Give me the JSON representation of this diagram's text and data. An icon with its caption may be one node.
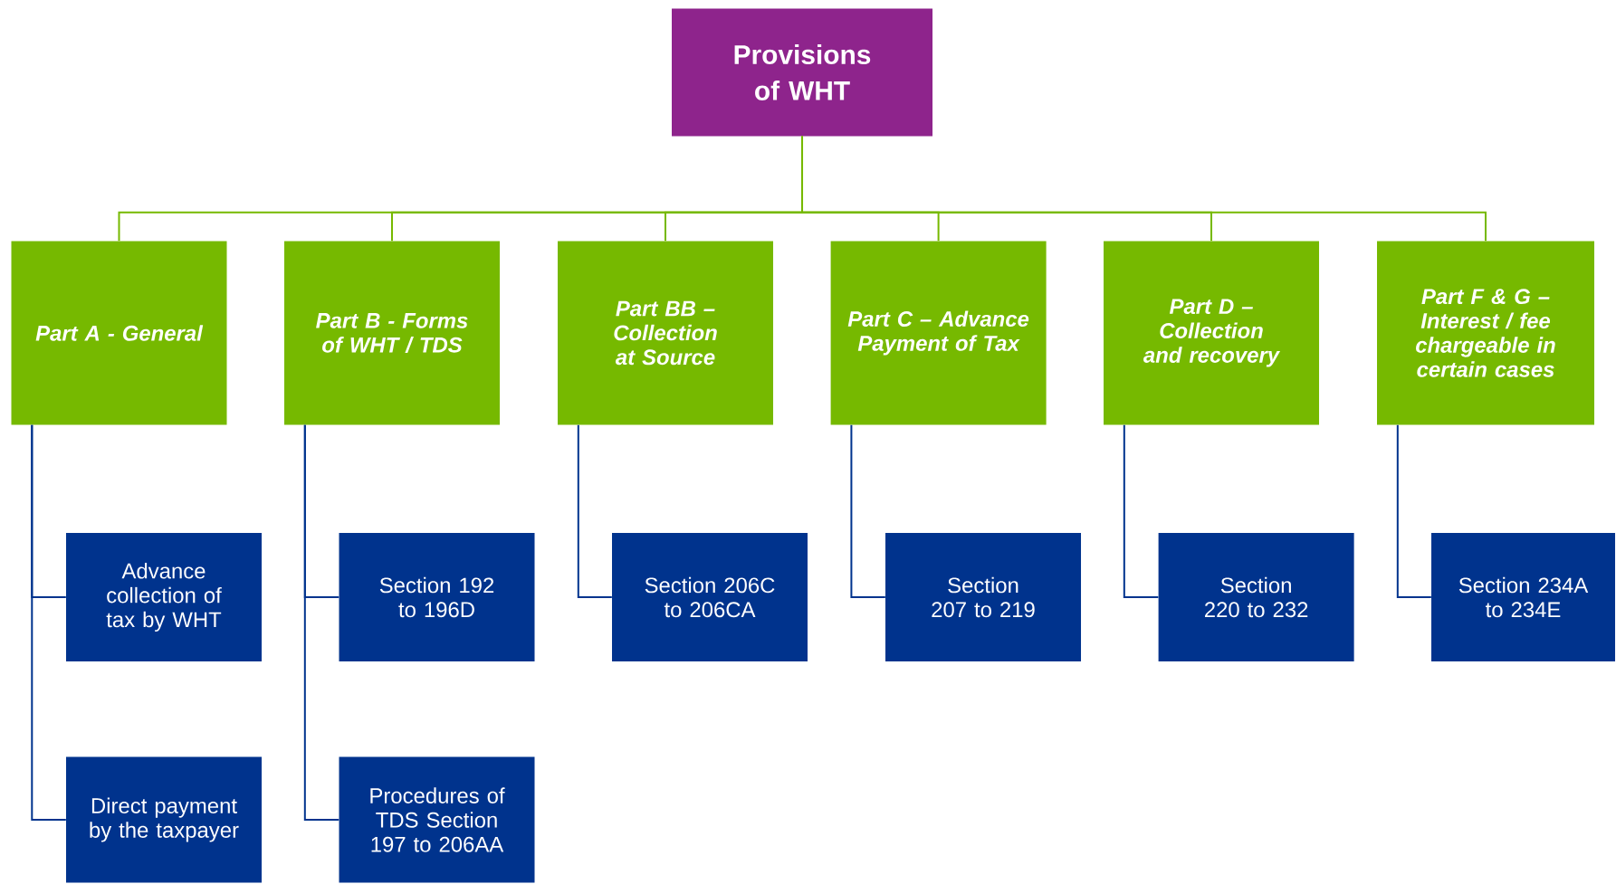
{
  "diagram": {
    "nodes": [
      {
        "text": [
          "Provisions of WHT"
        ]
      },
      {
        "text": [
          "Part A - General"
        ]
      },
      {
        "text": [
          "Part B - Forms of WHT / TDS"
        ]
      },
      {
        "text": [
          "Part BB – Collection at Source"
        ]
      },
      {
        "text": [
          "Part C – Advance Payment of Tax"
        ]
      },
      {
        "text": [
          "Part D – Collection and recovery"
        ]
      },
      {
        "text": [
          "Part F & G – Interest / fee chargeable in certain cases"
        ]
      },
      {
        "text": [
          "Advance collection of tax by WHT"
        ]
      },
      {
        "text": [
          "Section 192 to 196D"
        ]
      },
      {
        "text": [
          "Section 206C to 206CA"
        ]
      },
      {
        "text": [
          "Section 207 to 219"
        ]
      },
      {
        "text": [
          "Section 220 to 232"
        ]
      },
      {
        "text": [
          "Section 234A to 234E"
        ]
      },
      {
        "text": [
          "Direct payment by the taxpayer"
        ]
      },
      {
        "text": [
          "Procedures of TDS Section 197 to 206AA"
        ]
      }
    ],
    "edges": [
      {
        "from": 0,
        "to": 1,
        "arrow": "none",
        "color": "#76b900"
      },
      {
        "from": 0,
        "to": 2,
        "arrow": "none",
        "color": "#76b900"
      },
      {
        "from": 0,
        "to": 3,
        "arrow": "none",
        "color": "#76b900"
      },
      {
        "from": 0,
        "to": 4,
        "arrow": "none",
        "color": "#76b900"
      },
      {
        "from": 0,
        "to": 5,
        "arrow": "none",
        "color": "#76b900"
      },
      {
        "from": 0,
        "to": 6,
        "arrow": "none",
        "color": "#76b900"
      },
      {
        "from": 1,
        "to": 7,
        "arrow": "none"
      },
      {
        "from": 1,
        "to": 13,
        "arrow": "none"
      },
      {
        "from": 2,
        "to": 8,
        "arrow": "none"
      },
      {
        "from": 2,
        "to": 14,
        "arrow": "none"
      },
      {
        "from": 3,
        "to": 9,
        "arrow": "none"
      },
      {
        "from": 4,
        "to": 10,
        "arrow": "none"
      },
      {
        "from": 5,
        "to": 11,
        "arrow": "none"
      },
      {
        "from": 6,
        "to": 12,
        "arrow": "none"
      }
    ]
  }
}
